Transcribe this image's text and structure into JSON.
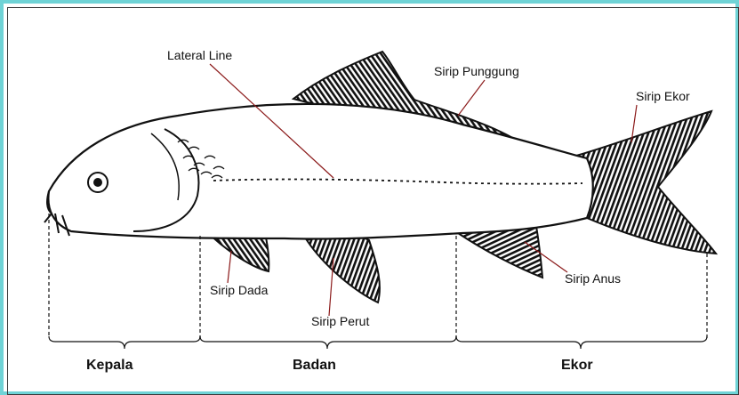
{
  "labels": {
    "lateral_line": "Lateral Line",
    "sirip_punggung": "Sirip Punggung",
    "sirip_ekor": "Sirip Ekor",
    "sirip_dada": "Sirip Dada",
    "sirip_perut": "Sirip Perut",
    "sirip_anus": "Sirip Anus"
  },
  "sections": {
    "kepala": "Kepala",
    "badan": "Badan",
    "ekor": "Ekor"
  },
  "colors": {
    "frame": "#6fd3d6",
    "leader": "#8b1a1a",
    "outline": "#111111"
  }
}
